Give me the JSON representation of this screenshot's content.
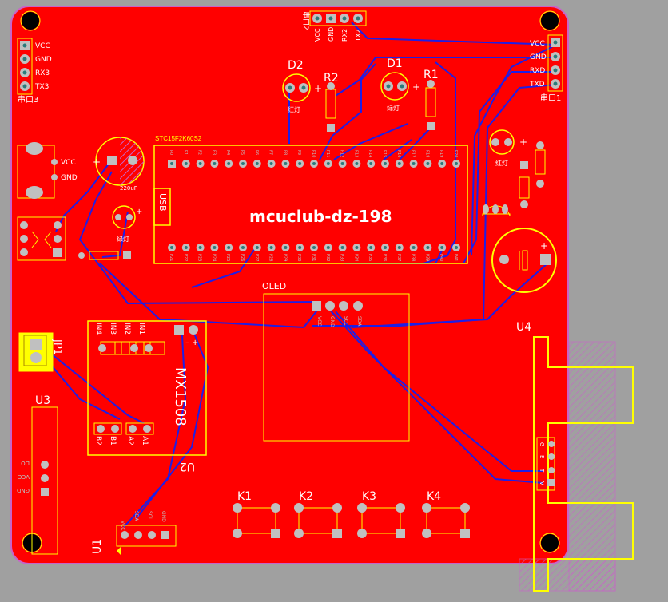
{
  "board": {
    "title": "mcuclub-dz-198",
    "colors": {
      "board": "#ff0000",
      "background": "#a0a0a0",
      "silkscreen": "#ffff00",
      "trace": "#1e1ee6",
      "pad": "#c0c0c0",
      "overlay": "#c864c8"
    }
  },
  "labels": {
    "d2": "D2",
    "r2": "R2",
    "d1": "D1",
    "r1": "R1",
    "u4": "U4",
    "u3": "U3",
    "u2": "U2",
    "u1": "U1",
    "jp1": "JP1",
    "k1": "K1",
    "k2": "K2",
    "k3": "K3",
    "k4": "K4",
    "oled": "OLED",
    "mx": "MX1508",
    "usb": "USB",
    "cap": "220uF",
    "mcu": "STC15F2K60S2",
    "ia": "红灯",
    "ib": "绿灯",
    "ic": "红灯",
    "id": "绿灯",
    "port1": "串口1",
    "port2": "串口2",
    "port3": "串口3"
  },
  "uart_left": [
    "VCC",
    "GND",
    "RX3",
    "TX3"
  ],
  "uart_right": [
    "VCC",
    "GND",
    "RXD",
    "TXD"
  ],
  "uart_top": [
    "VCC",
    "GND",
    "RX2",
    "TX2"
  ],
  "power": [
    "VCC",
    "GND"
  ],
  "mx_in": [
    "IN4",
    "IN3",
    "IN2",
    "IN1"
  ],
  "mx_out": [
    "B2",
    "B1",
    "A2",
    "A1"
  ],
  "oled_pins": [
    "VCC",
    "GND",
    "SCL",
    "SDA"
  ],
  "u4_pins": [
    "G",
    "E",
    "T",
    "V"
  ],
  "u3_pins": [
    "DO",
    "VCC",
    "GND"
  ],
  "u1_pins": [
    "VCC",
    "SDA",
    "SCL",
    "GND"
  ],
  "mcu_top": [
    "P0",
    "P1",
    "P2",
    "P3",
    "P4",
    "P5",
    "P6",
    "P7",
    "P8",
    "P9",
    "P10",
    "P11",
    "P12",
    "P13",
    "P14",
    "P15",
    "P16",
    "P17",
    "P18",
    "P19",
    "P20"
  ],
  "mcu_bottom": [
    "P21",
    "P22",
    "P23",
    "P24",
    "P25",
    "P26",
    "P27",
    "P28",
    "P29",
    "P30",
    "P31",
    "P32",
    "P33",
    "P34",
    "P35",
    "P36",
    "P37",
    "P38",
    "P39",
    "P40",
    "P41"
  ]
}
